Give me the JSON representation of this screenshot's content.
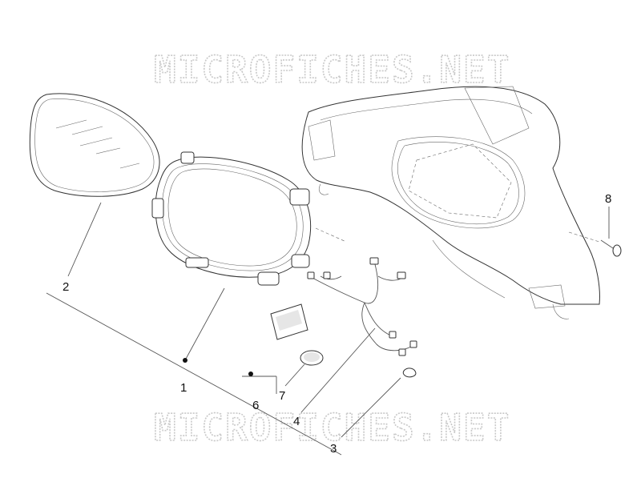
{
  "watermarks": [
    "MICROFICHES.NET",
    "MICROFICHES.NET"
  ],
  "callouts": [
    "1",
    "2",
    "3",
    "4",
    "6",
    "7",
    "8"
  ],
  "icons": {
    "lens": "instrument-lens-drawing",
    "dashboard": "instrument-cluster-drawing",
    "harness": "wiring-harness-drawing",
    "bulb": "bulb-drawing",
    "decal": "sticker-drawing",
    "cap": "round-cap-drawing",
    "cover": "handlebar-cover-drawing",
    "screw": "screw-drawing"
  }
}
